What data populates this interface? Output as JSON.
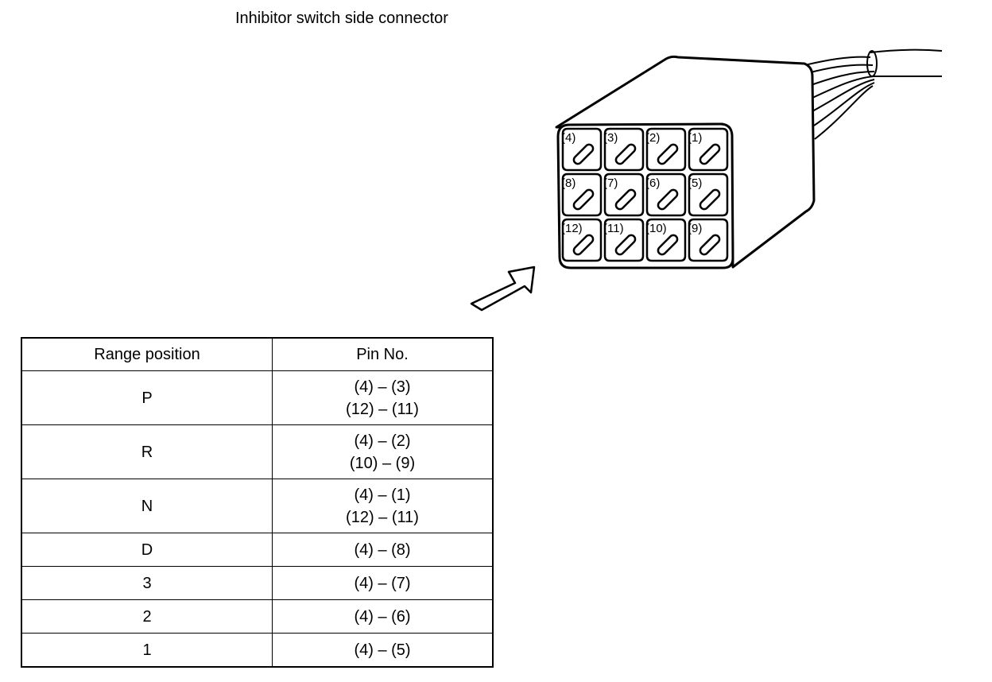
{
  "title": "Inhibitor switch side connector",
  "connector": {
    "pins": [
      {
        "label": "(4)"
      },
      {
        "label": "(3)"
      },
      {
        "label": "(2)"
      },
      {
        "label": "(1)"
      },
      {
        "label": "(8)"
      },
      {
        "label": "(7)"
      },
      {
        "label": "(6)"
      },
      {
        "label": "(5)"
      },
      {
        "label": "(12)"
      },
      {
        "label": "(11)"
      },
      {
        "label": "(10)"
      },
      {
        "label": "(9)"
      }
    ]
  },
  "table": {
    "headers": [
      "Range position",
      "Pin No."
    ],
    "rows": [
      {
        "range": "P",
        "pins": [
          "(4) – (3)",
          "(12) – (11)"
        ]
      },
      {
        "range": "R",
        "pins": [
          "(4) – (2)",
          "(10) – (9)"
        ]
      },
      {
        "range": "N",
        "pins": [
          "(4) – (1)",
          "(12) – (11)"
        ]
      },
      {
        "range": "D",
        "pins": [
          "(4) – (8)"
        ]
      },
      {
        "range": "3",
        "pins": [
          "(4) – (7)"
        ]
      },
      {
        "range": "2",
        "pins": [
          "(4) – (6)"
        ]
      },
      {
        "range": "1",
        "pins": [
          "(4) – (5)"
        ]
      }
    ]
  }
}
